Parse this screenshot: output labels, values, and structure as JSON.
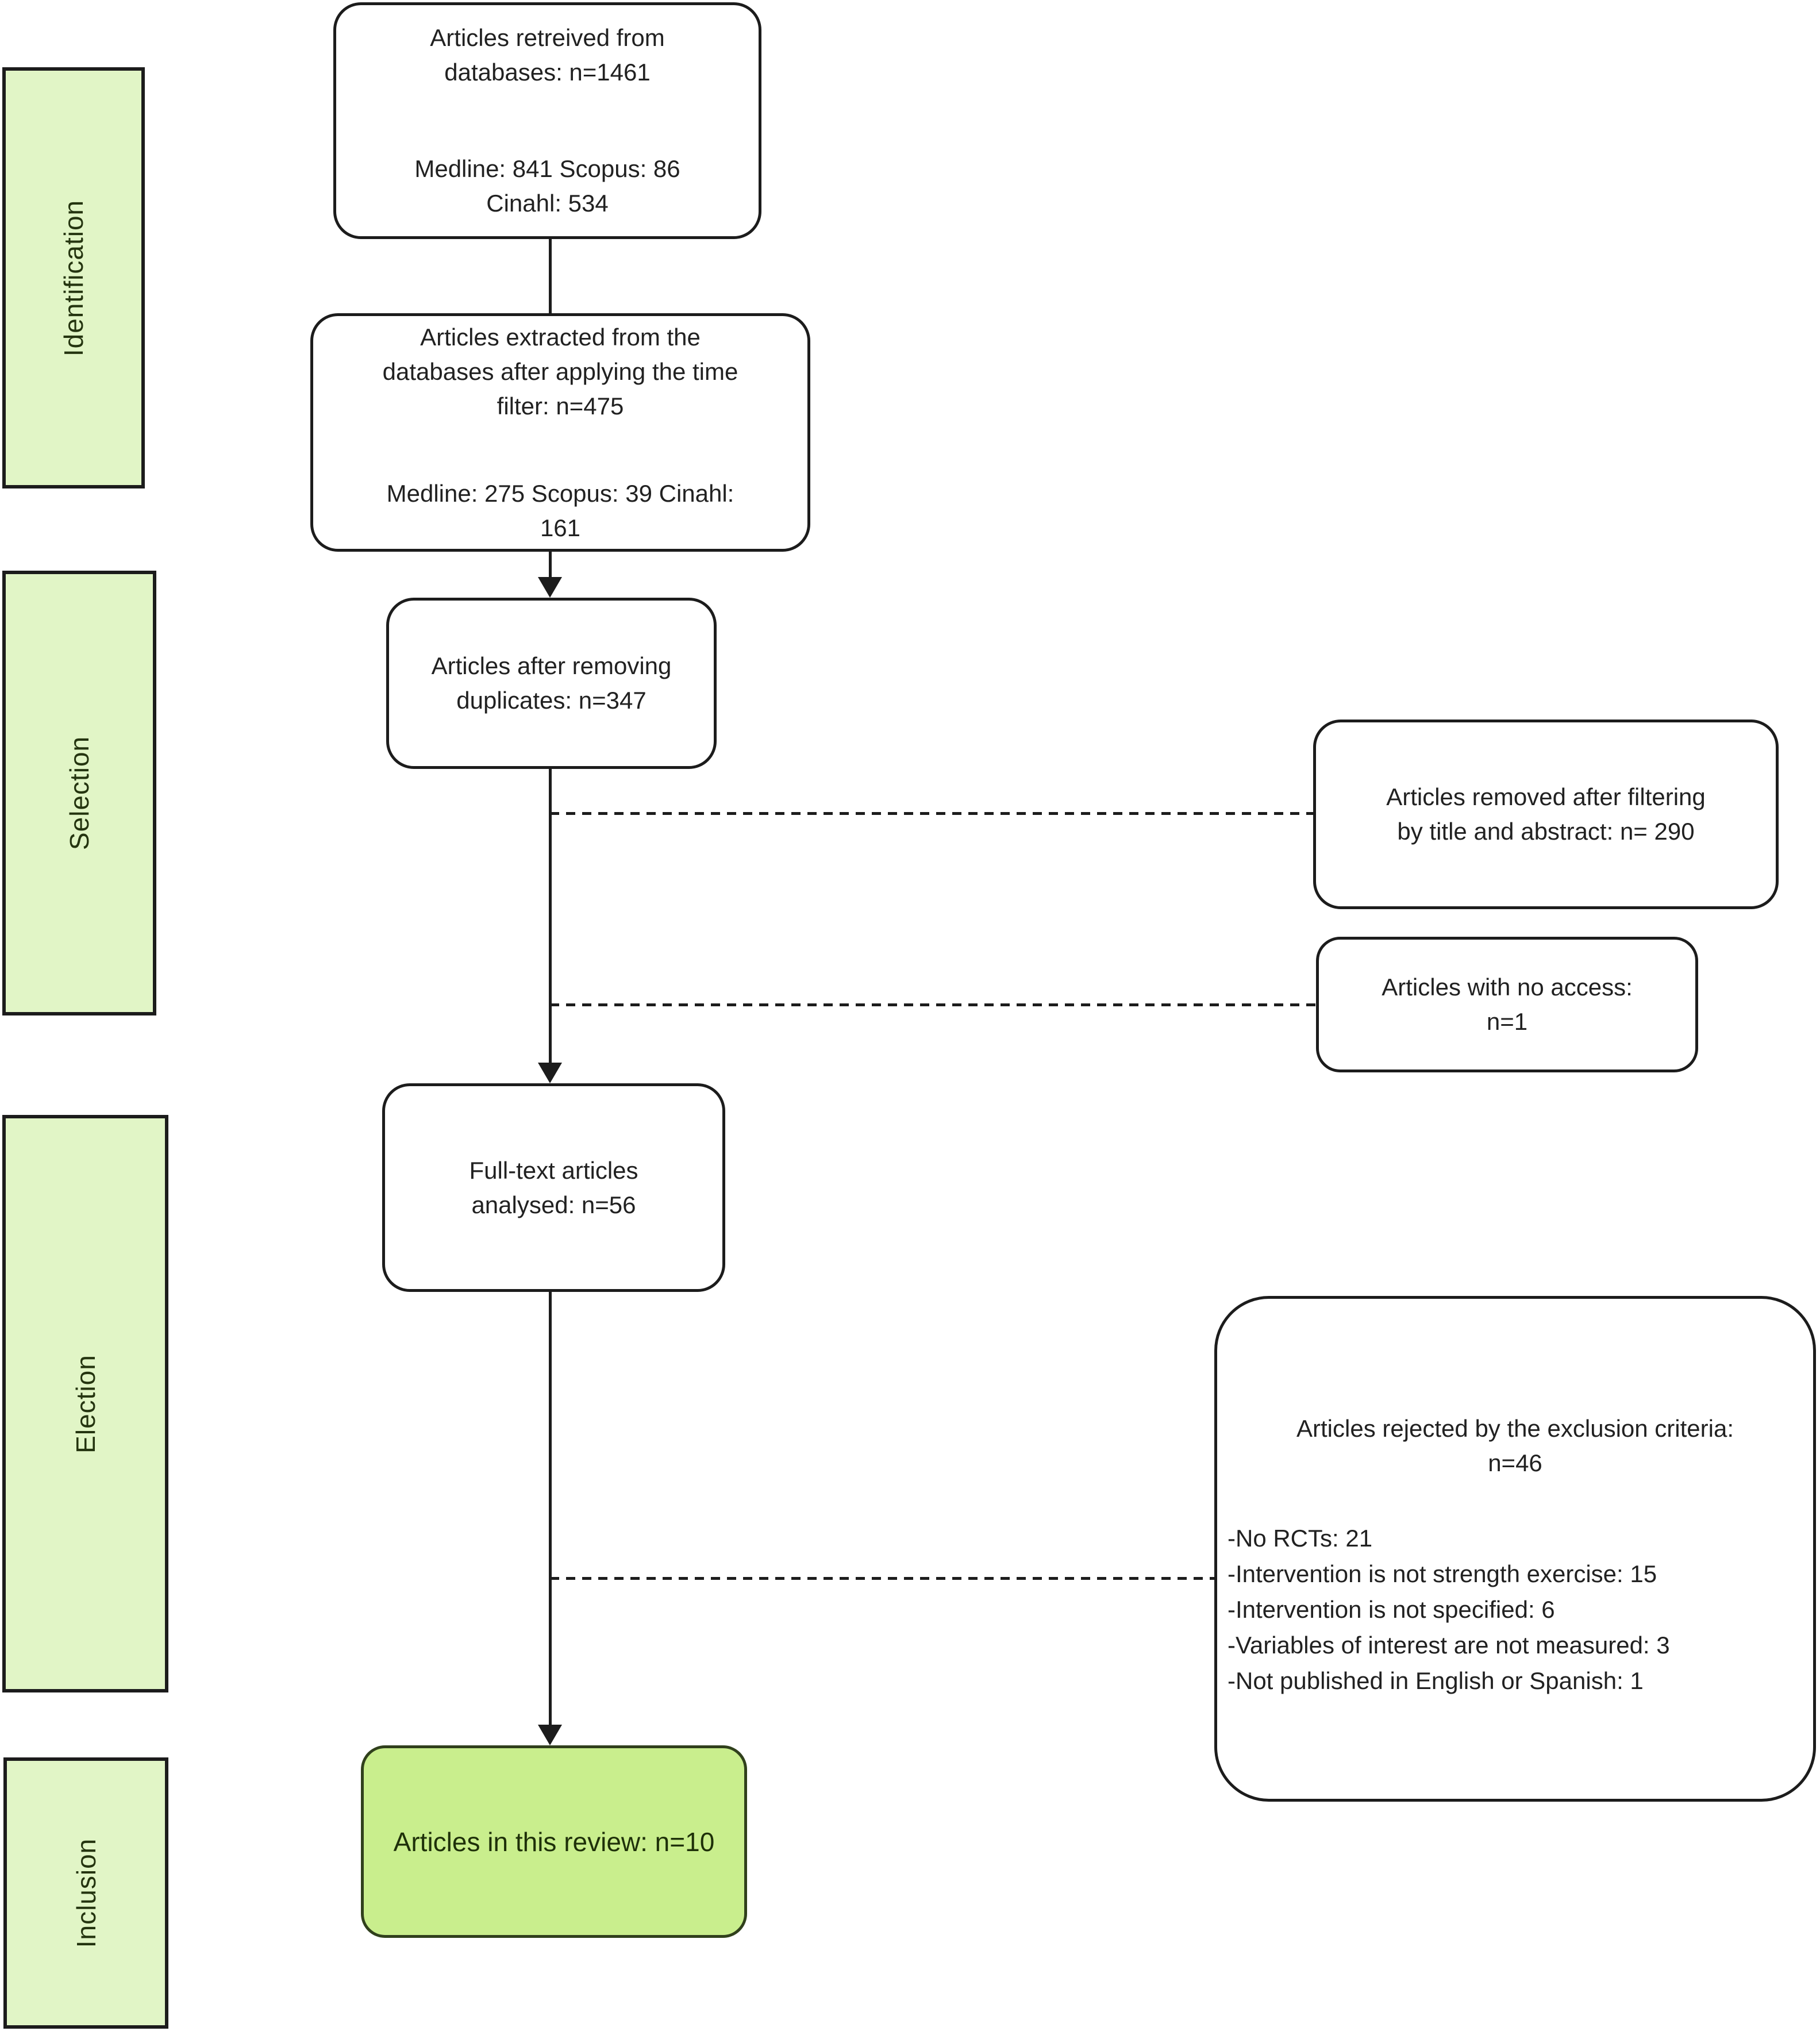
{
  "title": "Systematic review article selection flow diagram",
  "colors": {
    "sidebar_fill": "#e1f5c6",
    "box_fill": "#ffffff",
    "line": "#1c1c1c",
    "text": "#212121",
    "final_fill": "#c9ee8d",
    "final_border": "#30401c",
    "final_text": "#1e3009"
  },
  "sidebar": {
    "stages": [
      {
        "label": "Identification"
      },
      {
        "label": "Selection"
      },
      {
        "label": "Election"
      },
      {
        "label": "Inclusion"
      }
    ]
  },
  "boxes": {
    "retrieved": {
      "para1": [
        "Articles retreived from",
        "databases: n=1461"
      ],
      "para2": [
        "Medline: 841 Scopus: 86",
        "Cinahl: 534"
      ]
    },
    "time_filter": {
      "para1": [
        "Articles extracted from the",
        "databases after applying the time",
        "filter: n=475"
      ],
      "para2": [
        "Medline: 275 Scopus: 39 Cinahl:",
        "161"
      ]
    },
    "duplicates": {
      "para1": [
        "Articles after removing",
        "duplicates: n=347"
      ]
    },
    "fulltext": {
      "para1": [
        "Full-text articles",
        "analysed: n=56"
      ]
    },
    "included": {
      "para1": [
        "Articles in this review: n=10"
      ]
    },
    "removed_title_abstract": {
      "para1": [
        "Articles removed after filtering",
        "by title and abstract: n= 290"
      ]
    },
    "no_access": {
      "para1": [
        "Articles with no access:",
        "n=1"
      ]
    },
    "rejected": {
      "title": [
        "Articles rejected by the exclusion criteria:",
        "n=46"
      ],
      "reasons": [
        "-No RCTs: 21",
        "-Intervention is not strength exercise: 15",
        "-Intervention is not specified: 6",
        "-Variables of interest are not measured: 3",
        "-Not published in English or Spanish: 1"
      ]
    }
  }
}
